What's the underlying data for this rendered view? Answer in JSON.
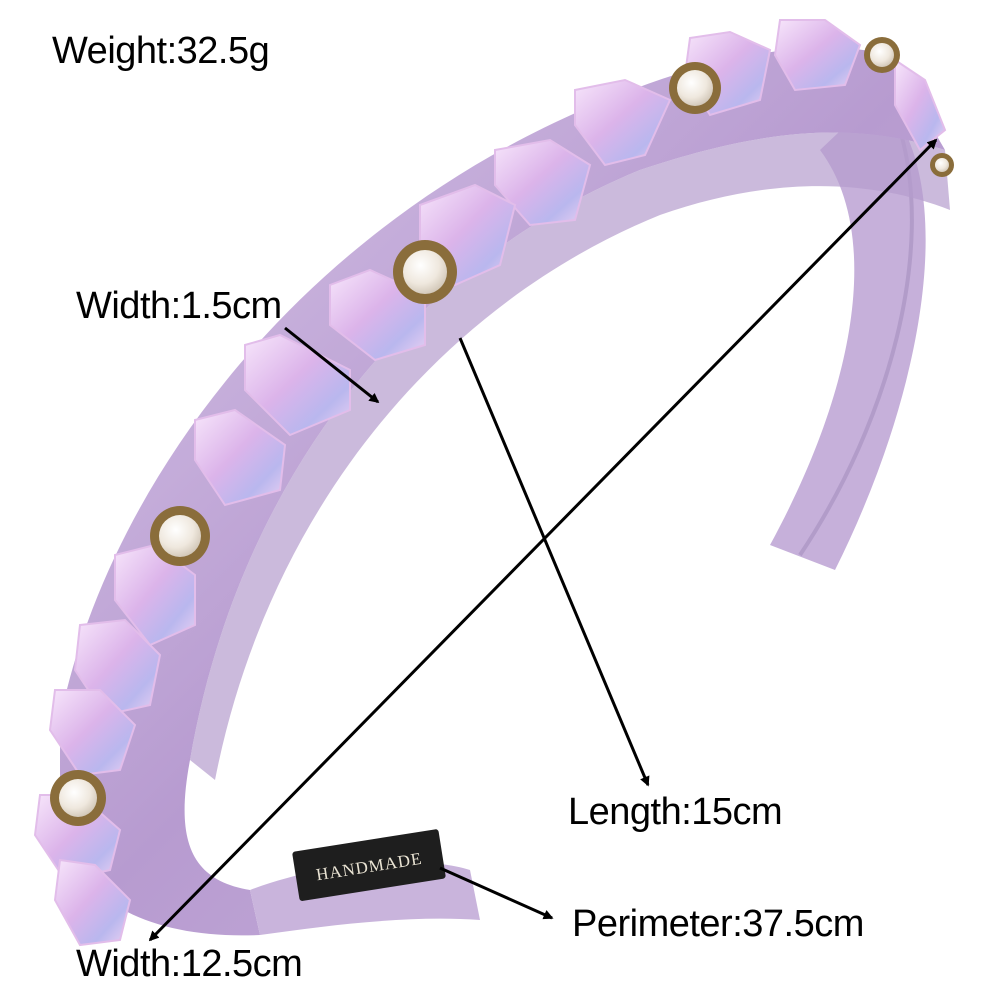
{
  "labels": {
    "weight": "Weight:32.5g",
    "width_band": "Width:1.5cm",
    "length": "Length:15cm",
    "perimeter": "Perimeter:37.5cm",
    "width_span": "Width:12.5cm"
  },
  "tag_text": "HANDMADE",
  "colors": {
    "band": "#c4acd8",
    "band_shadow": "#a98fc4",
    "crystal": "#e6c2ee",
    "crystal_hi": "#f7e6fb",
    "crystal_blue": "#b9b7ee",
    "pearl": "#f3eee6",
    "setting": "#8a6d3b",
    "tag": "#1e1e1e"
  }
}
